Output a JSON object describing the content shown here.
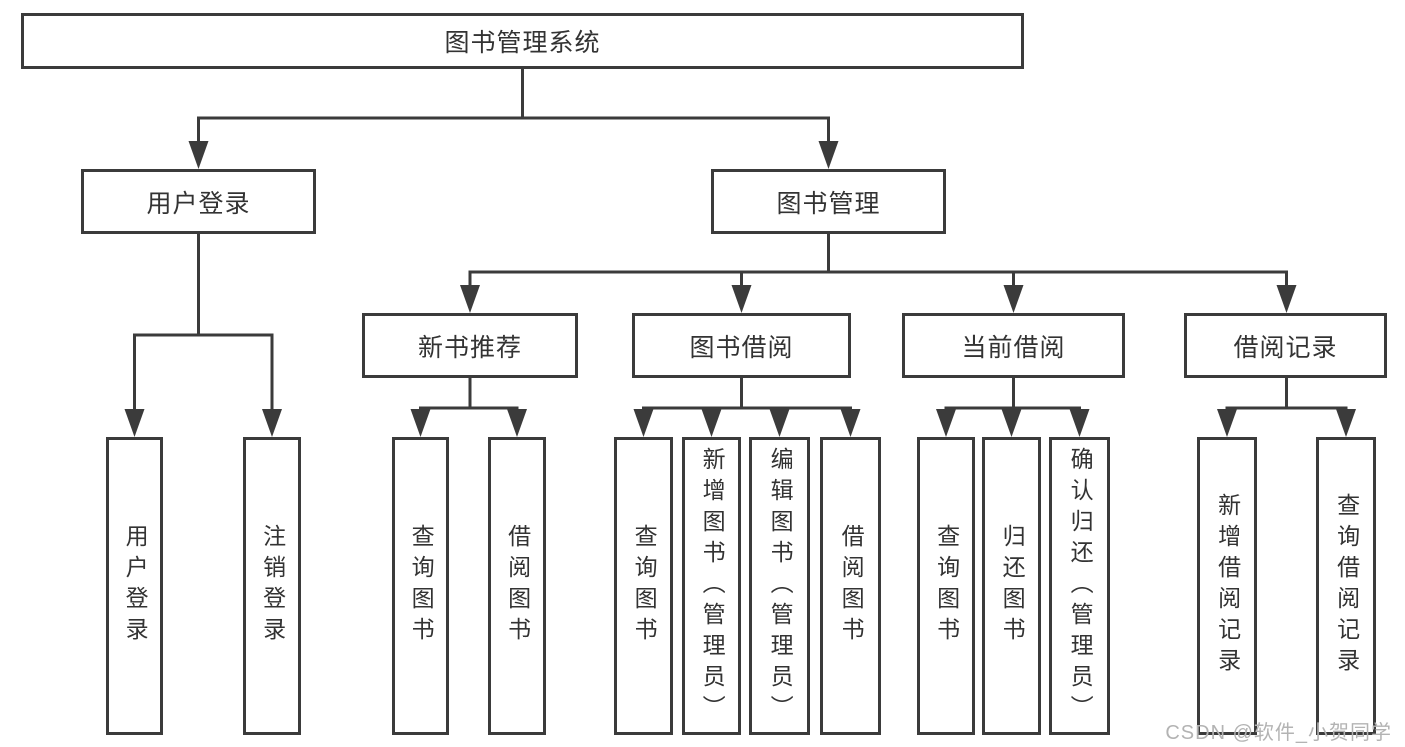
{
  "diagram_title": "图书管理系统",
  "nodes": {
    "root": "图书管理系统",
    "user_login": "用户登录",
    "book_management": "图书管理",
    "new_book_recommend": "新书推荐",
    "book_borrow": "图书借阅",
    "current_borrow": "当前借阅",
    "borrow_record": "借阅记录",
    "leaves": {
      "user_login": "用户登录",
      "logout": "注销登录",
      "rec_query_books": "查询图书",
      "rec_borrow_books": "借阅图书",
      "bor_query_books": "查询图书",
      "bor_add_books_admin": "新增图书（管理员）",
      "bor_edit_books_admin": "编辑图书（管理员）",
      "bor_borrow_books": "借阅图书",
      "cur_query_books": "查询图书",
      "cur_return_books": "归还图书",
      "cur_confirm_return_admin": "确认归还（管理员）",
      "log_add_record": "新增借阅记录",
      "log_query_record": "查询借阅记录"
    }
  },
  "watermark": "CSDN @软件_小贺同学",
  "colors": {
    "line": "#3b3b3b",
    "text": "#333333",
    "watermark": "#b3b3b3",
    "background": "#ffffff"
  }
}
